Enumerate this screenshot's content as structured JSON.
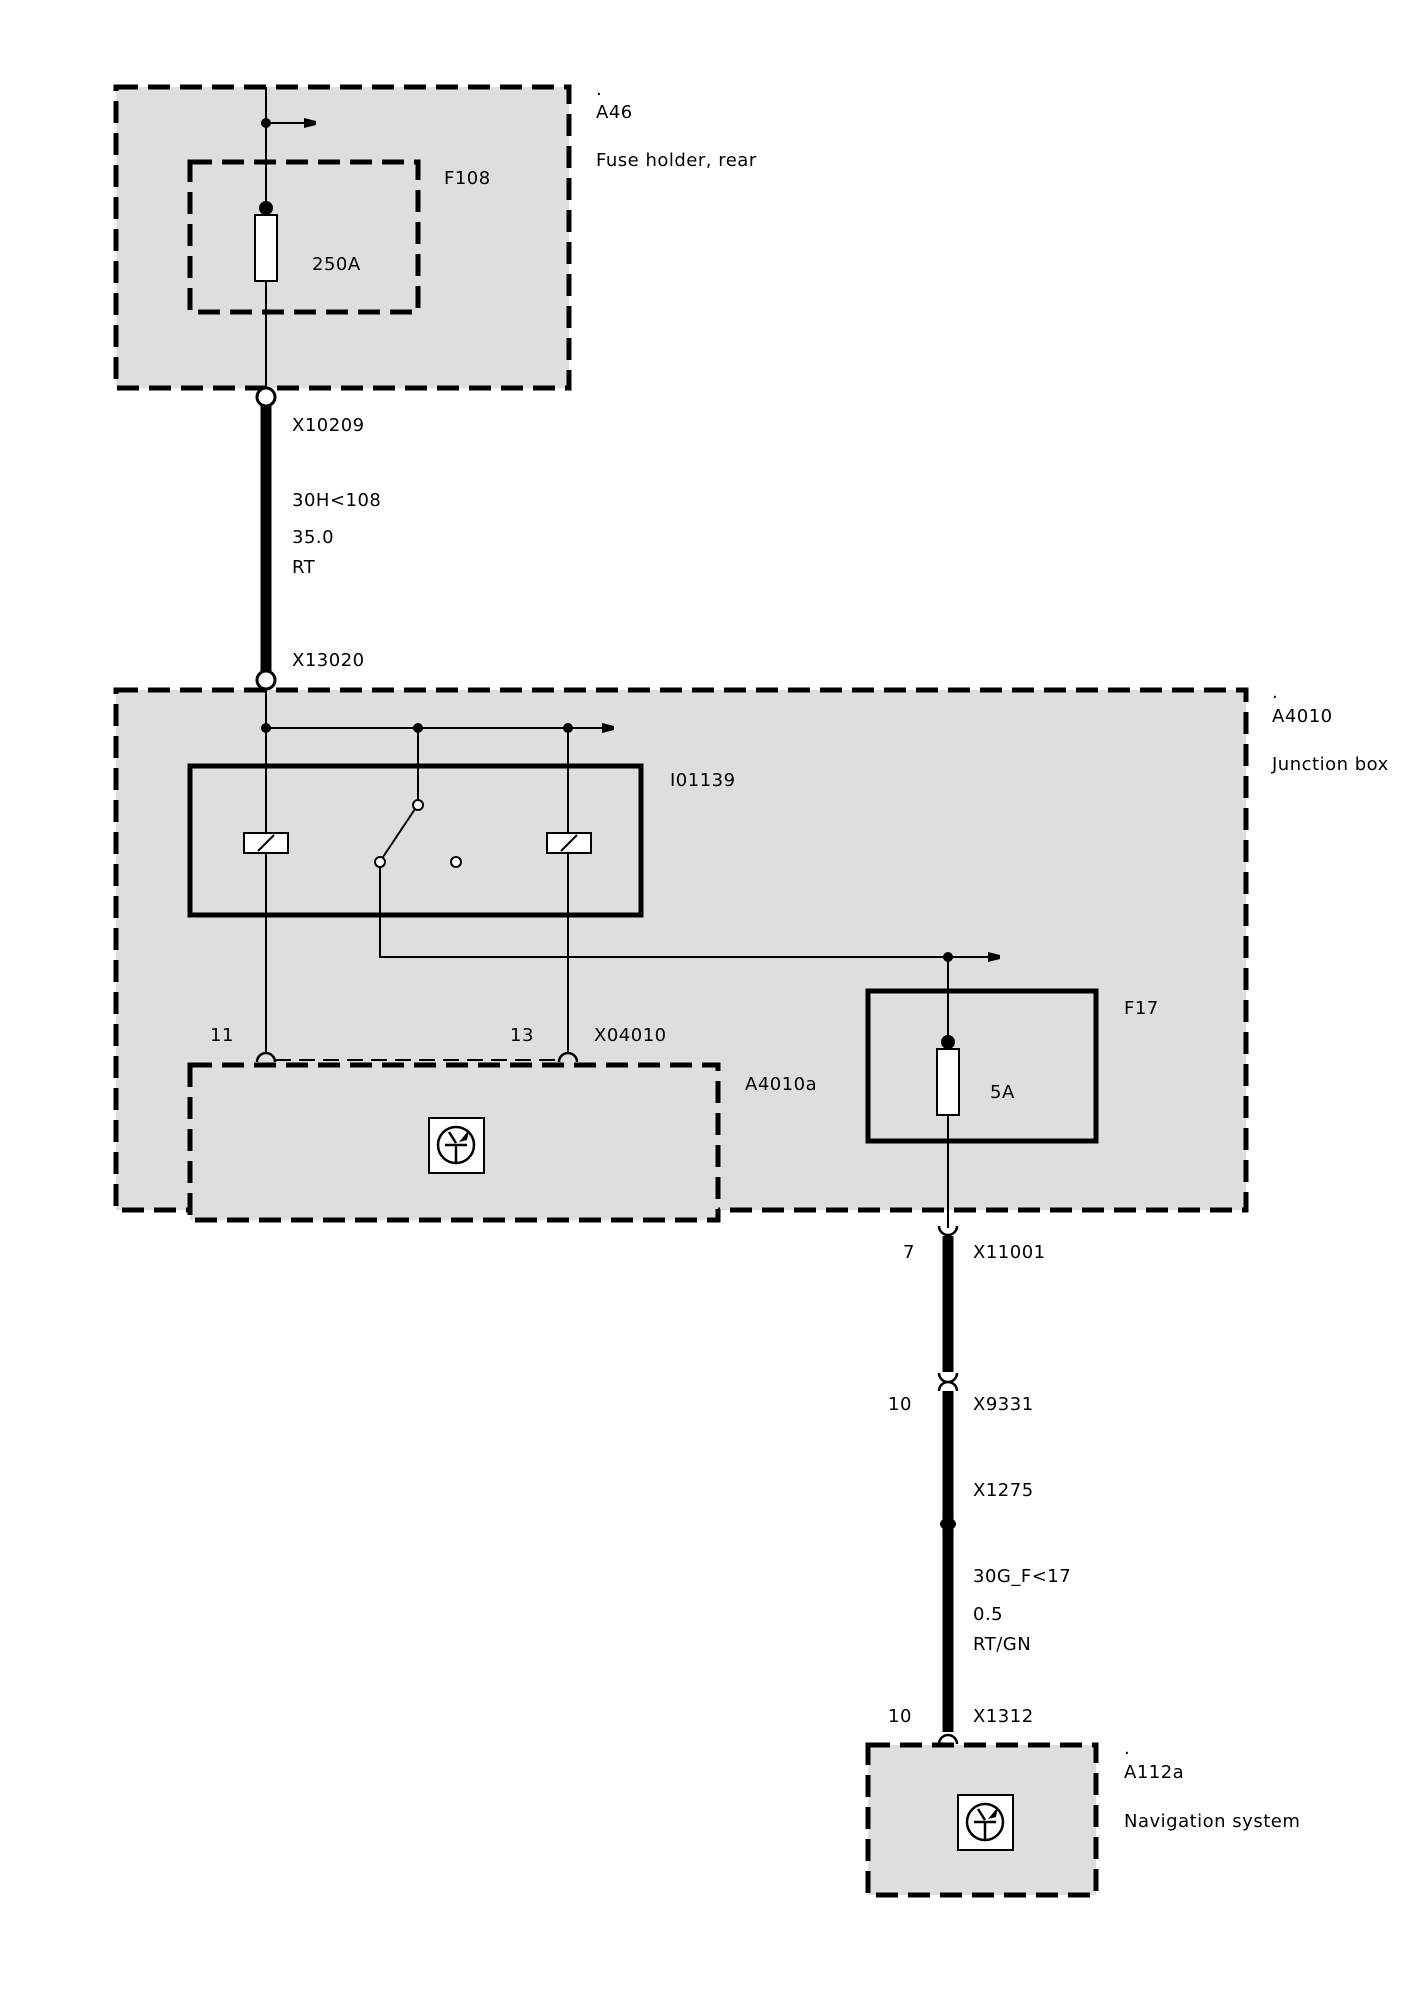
{
  "components": {
    "a46": {
      "dot": ".",
      "ref": "A46",
      "desc": "Fuse holder, rear"
    },
    "f108": {
      "ref": "F108",
      "rating": "250A"
    },
    "a4010": {
      "dot": ".",
      "ref": "A4010",
      "desc": "Junction box"
    },
    "relay": {
      "ref": "I01139"
    },
    "f17": {
      "ref": "F17",
      "rating": "5A"
    },
    "a4010a": {
      "ref": "A4010a"
    },
    "a112a": {
      "dot": ".",
      "ref": "A112a",
      "desc": "Navigation system"
    }
  },
  "connectors": {
    "x10209": "X10209",
    "x13020": "X13020",
    "x04010": "X04010",
    "x04010_pin_left": "11",
    "x04010_pin_right": "13",
    "x11001": "X11001",
    "x11001_pin": "7",
    "x9331": "X9331",
    "x9331_pin": "10",
    "x1275": "X1275",
    "x1312": "X1312",
    "x1312_pin": "10"
  },
  "wires": {
    "main": {
      "signal": "30H<108",
      "gauge": "35.0",
      "color": "RT"
    },
    "nav": {
      "signal": "30G_F<17",
      "gauge": "0.5",
      "color": "RT/GN"
    }
  }
}
